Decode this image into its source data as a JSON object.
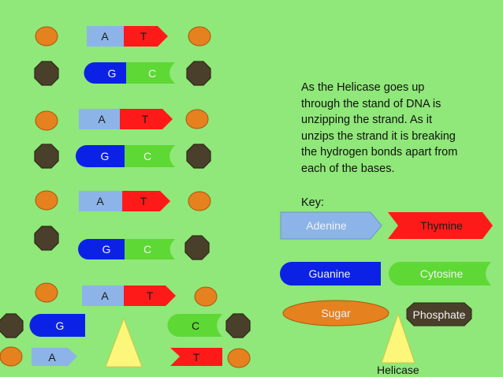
{
  "explanation": "As the Helicase goes up through the stand of DNA is unzipping the strand. As it unzips the strand it is breaking the hydrogen bonds apart from each of the bases.",
  "key": {
    "title": "Key:",
    "adenine": "Adenine",
    "thymine": "Thymine",
    "guanine": "Guanine",
    "cytosine": "Cytosine",
    "sugar": "Sugar",
    "phosphate": "Phosphate"
  },
  "helicase_label": "Helicase",
  "bases": {
    "a": "A",
    "t": "T",
    "g": "G",
    "c": "C"
  },
  "colors": {
    "background": "#8fe879",
    "adenine": "#8cb4e8",
    "thymine": "#ff1a1a",
    "guanine": "#0b22e6",
    "cytosine": "#5ed834",
    "sugar": "#e5811f",
    "phosphate": "#4a3f2a",
    "helicase": "#fcf67a"
  }
}
